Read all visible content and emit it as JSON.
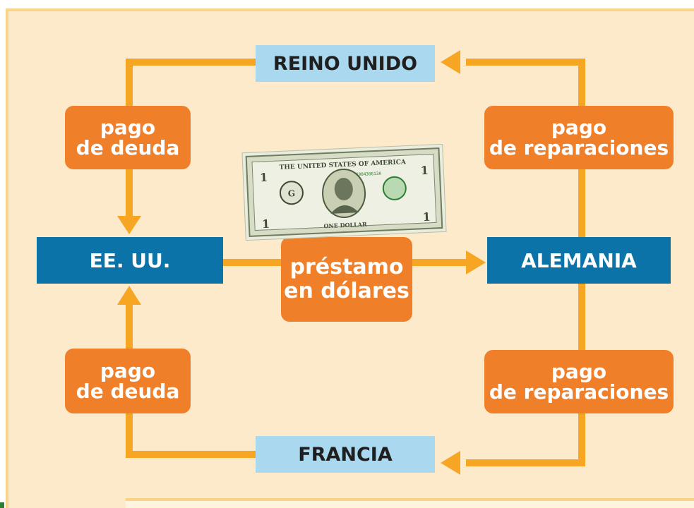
{
  "nodes": {
    "reino_unido": "REINO UNIDO",
    "eeuu": "EE. UU.",
    "alemania": "ALEMANIA",
    "francia": "FRANCIA"
  },
  "edges": {
    "top_left": {
      "line1": "pago",
      "line2": "de deuda"
    },
    "bottom_left": {
      "line1": "pago",
      "line2": "de deuda"
    },
    "top_right": {
      "line1": "pago",
      "line2": "de reparaciones"
    },
    "bottom_right": {
      "line1": "pago",
      "line2": "de reparaciones"
    },
    "center": {
      "line1": "préstamo",
      "line2": "en dólares"
    }
  },
  "banknote": {
    "header": "THE UNITED STATES OF AMERICA",
    "denomination": "ONE DOLLAR",
    "serial": "E90430613A"
  },
  "colors": {
    "background": "#fdeacb",
    "arrow": "#f6a623",
    "orange_label": "#f07f2a",
    "dark_blue_box": "#0b73a8",
    "light_blue_box": "#a9d8ef"
  }
}
